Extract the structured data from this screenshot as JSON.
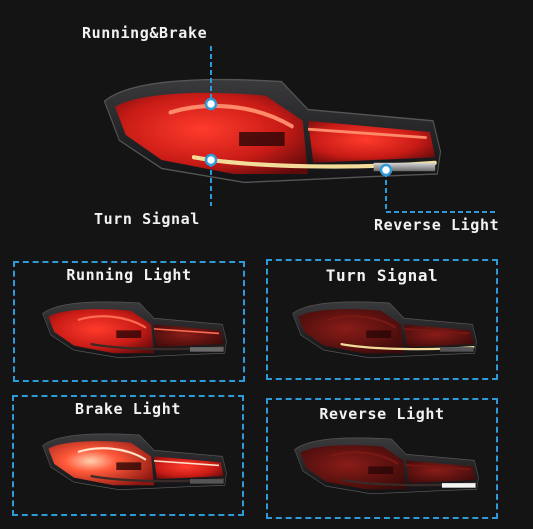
{
  "callouts": {
    "running_brake": "Running&Brake",
    "turn_signal": "Turn Signal",
    "reverse_light": "Reverse Light"
  },
  "panels": [
    {
      "title": "Running Light"
    },
    {
      "title": "Turn Signal"
    },
    {
      "title": "Brake Light"
    },
    {
      "title": "Reverse Light"
    }
  ],
  "colors": {
    "background": "#141414",
    "accent": "#2f9ad8",
    "lamp_red": "#d9261f",
    "turn_amber": "#f3dc9a"
  }
}
